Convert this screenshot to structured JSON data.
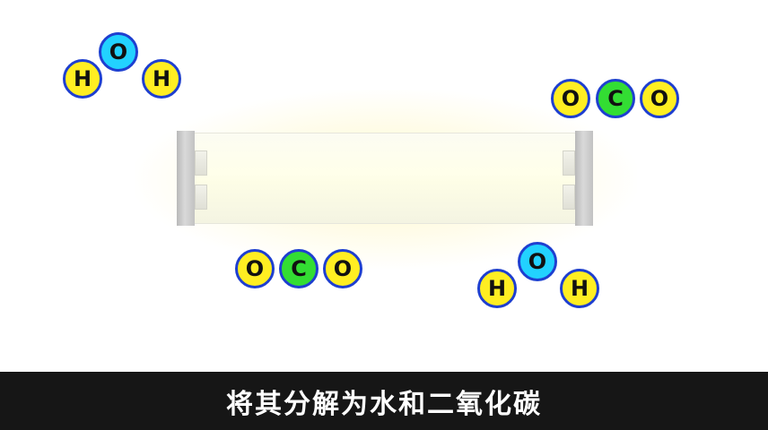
{
  "colors": {
    "hydrogen": "#ffee22",
    "oxygen_in_water": "#22d2ff",
    "oxygen_in_co2": "#ffee22",
    "carbon": "#33dd33",
    "atom_outline": "#1e3fd0",
    "subtitle_bar": "#161616"
  },
  "molecules": {
    "water_top_left": {
      "h1": "H",
      "o": "O",
      "h2": "H"
    },
    "co2_top_right": {
      "o1": "O",
      "c": "C",
      "o2": "O"
    },
    "co2_bottom_left": {
      "o1": "O",
      "c": "C",
      "o2": "O"
    },
    "water_bottom_right": {
      "h1": "H",
      "o": "O",
      "h2": "H"
    }
  },
  "subtitle": "将其分解为水和二氧化碳"
}
